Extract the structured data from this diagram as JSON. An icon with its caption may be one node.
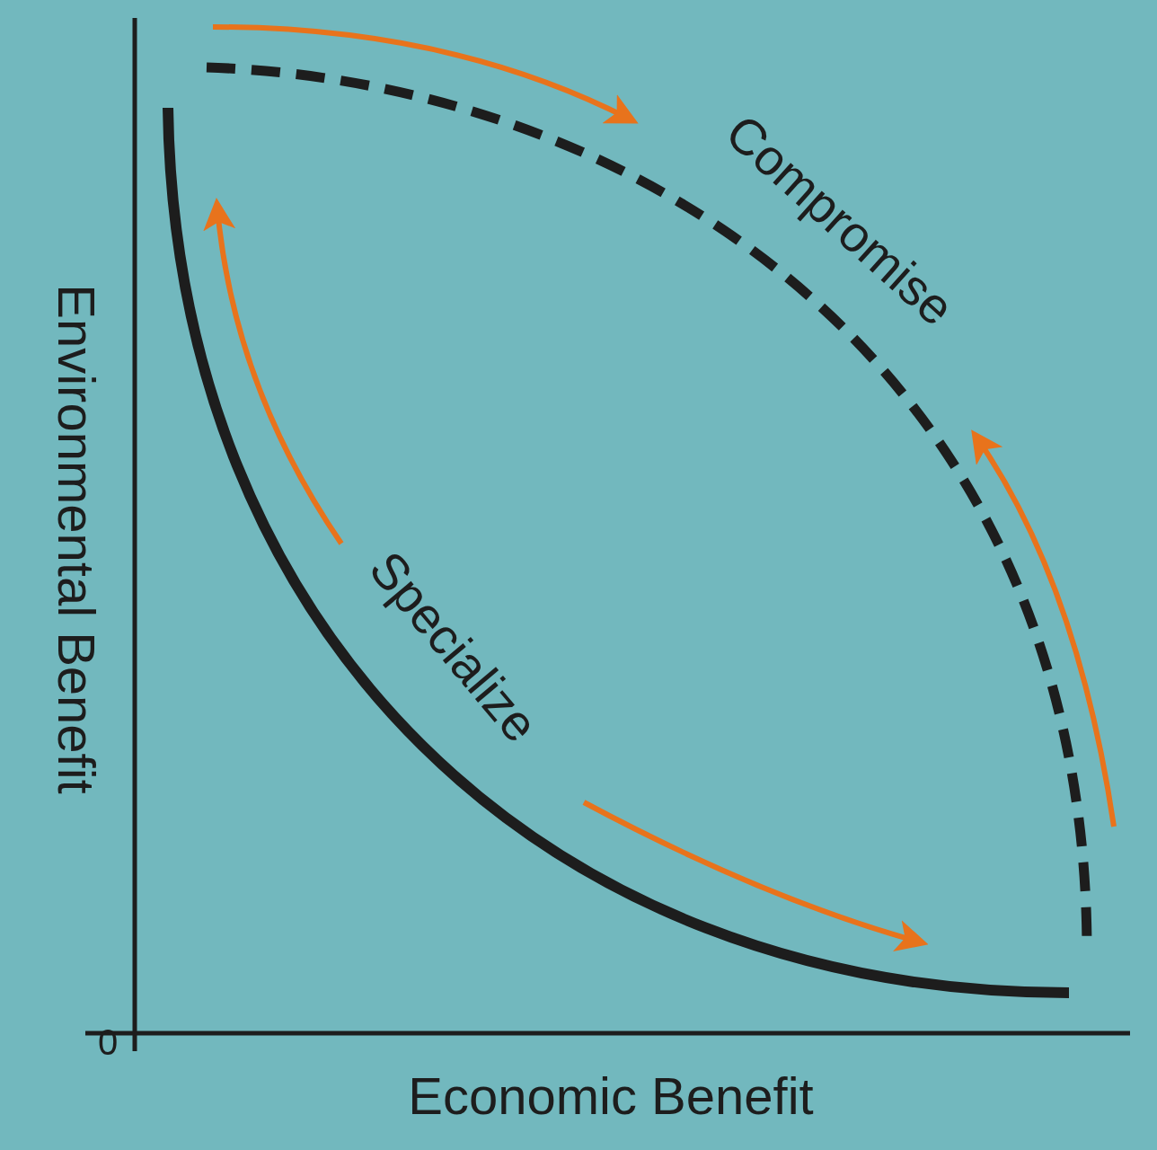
{
  "diagram": {
    "labels": [
      "Compromise",
      "Environmental Benefit",
      "Specialize",
      "0",
      "Economic Benefit"
    ]
  }
}
